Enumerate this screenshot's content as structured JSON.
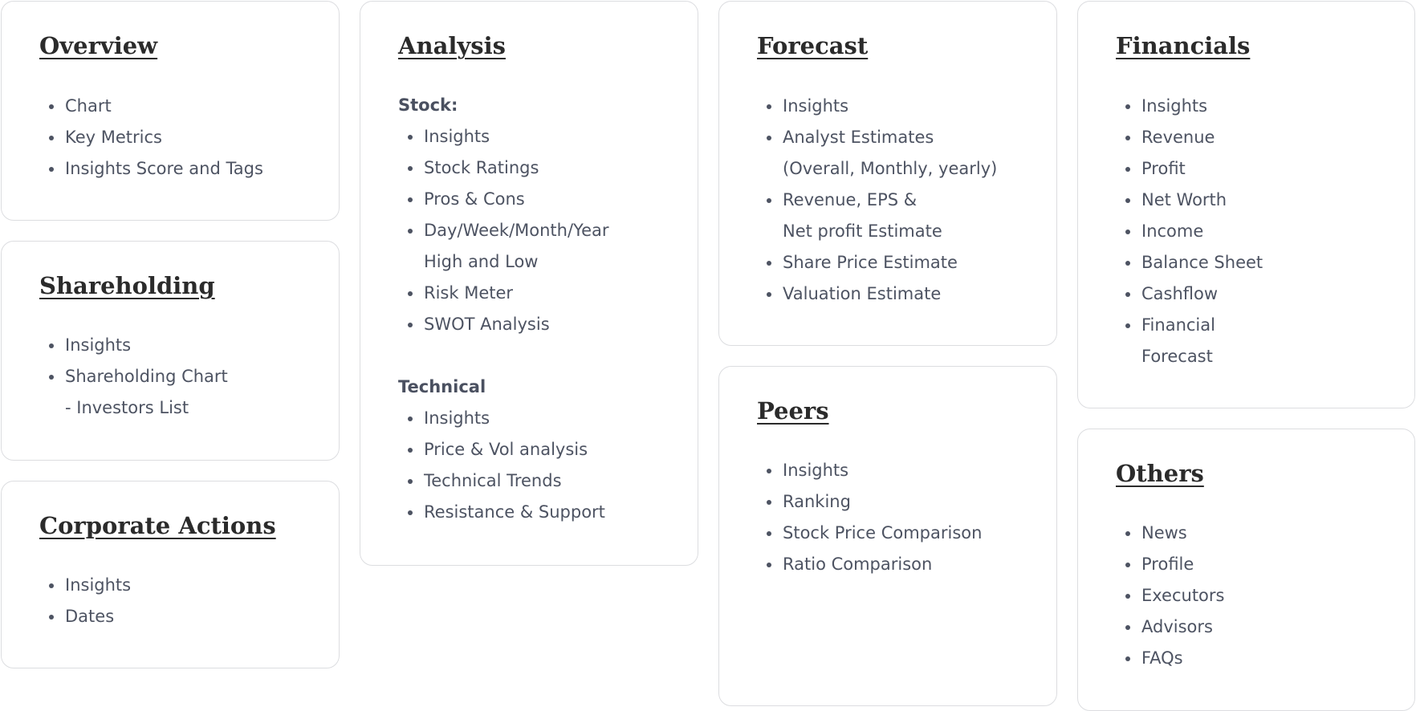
{
  "overview": {
    "title": "Overview",
    "items": [
      "Chart",
      "Key Metrics",
      "Insights Score and Tags"
    ]
  },
  "shareholding": {
    "title": "Shareholding",
    "items": [
      "Insights",
      "Shareholding Chart",
      "- Investors List"
    ]
  },
  "corporate_actions": {
    "title": "Corporate Actions",
    "items": [
      "Insights",
      "Dates"
    ]
  },
  "analysis": {
    "title": "Analysis",
    "stock_heading": "Stock:",
    "stock_items": [
      "Insights",
      "Stock Ratings",
      "Pros & Cons",
      "Day/Week/Month/Year",
      "High and Low",
      "Risk Meter",
      "SWOT Analysis"
    ],
    "technical_heading": "Technical",
    "technical_items": [
      "Insights",
      "Price & Vol analysis",
      "Technical Trends",
      "Resistance & Support"
    ]
  },
  "forecast": {
    "title": "Forecast",
    "items": [
      "Insights",
      "Analyst Estimates",
      "(Overall, Monthly, yearly)",
      "Revenue, EPS &",
      "Net profit Estimate",
      "Share Price Estimate",
      "Valuation Estimate"
    ]
  },
  "peers": {
    "title": "Peers",
    "items": [
      "Insights",
      "Ranking",
      "Stock Price Comparison",
      "Ratio Comparison"
    ]
  },
  "financials": {
    "title": "Financials",
    "items": [
      "Insights",
      "Revenue",
      "Profit",
      "Net Worth",
      "Income",
      "Balance Sheet",
      "Cashflow",
      "Financial",
      "Forecast"
    ]
  },
  "others": {
    "title": "Others",
    "items": [
      "News",
      "Profile",
      "Executors",
      "Advisors",
      "FAQs"
    ]
  }
}
